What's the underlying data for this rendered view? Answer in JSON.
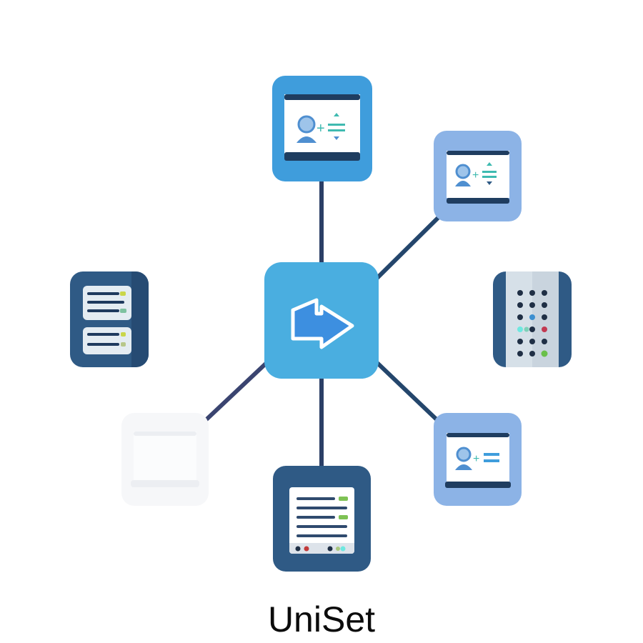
{
  "diagram": {
    "title": "UniSet",
    "type": "hub-and-spoke network",
    "hub": {
      "id": "hub",
      "icon": "share-arrow-icon",
      "color": "#4aaee0"
    },
    "nodes": [
      {
        "id": "top",
        "icon": "user-plus-sort-icon",
        "color": "#3f9ddc"
      },
      {
        "id": "top-right",
        "icon": "user-plus-sort-icon",
        "color": "#8cb3e6"
      },
      {
        "id": "right",
        "icon": "server-panel-dots-icon",
        "color": "#2f5a85"
      },
      {
        "id": "bottom-right",
        "icon": "user-plus-equals-icon",
        "color": "#8cb3e6"
      },
      {
        "id": "bottom",
        "icon": "document-list-icon",
        "color": "#2f5a85"
      },
      {
        "id": "bottom-left",
        "icon": "faded-window-icon",
        "color": "#f6f7f9"
      },
      {
        "id": "left",
        "icon": "server-rack-icon",
        "color": "#2f5a85"
      }
    ],
    "edges": [
      {
        "from": "hub",
        "to": "top"
      },
      {
        "from": "hub",
        "to": "top-right"
      },
      {
        "from": "hub",
        "to": "bottom-right"
      },
      {
        "from": "hub",
        "to": "bottom"
      },
      {
        "from": "hub",
        "to": "bottom-left"
      }
    ],
    "edge_color": "#2b3f66"
  }
}
